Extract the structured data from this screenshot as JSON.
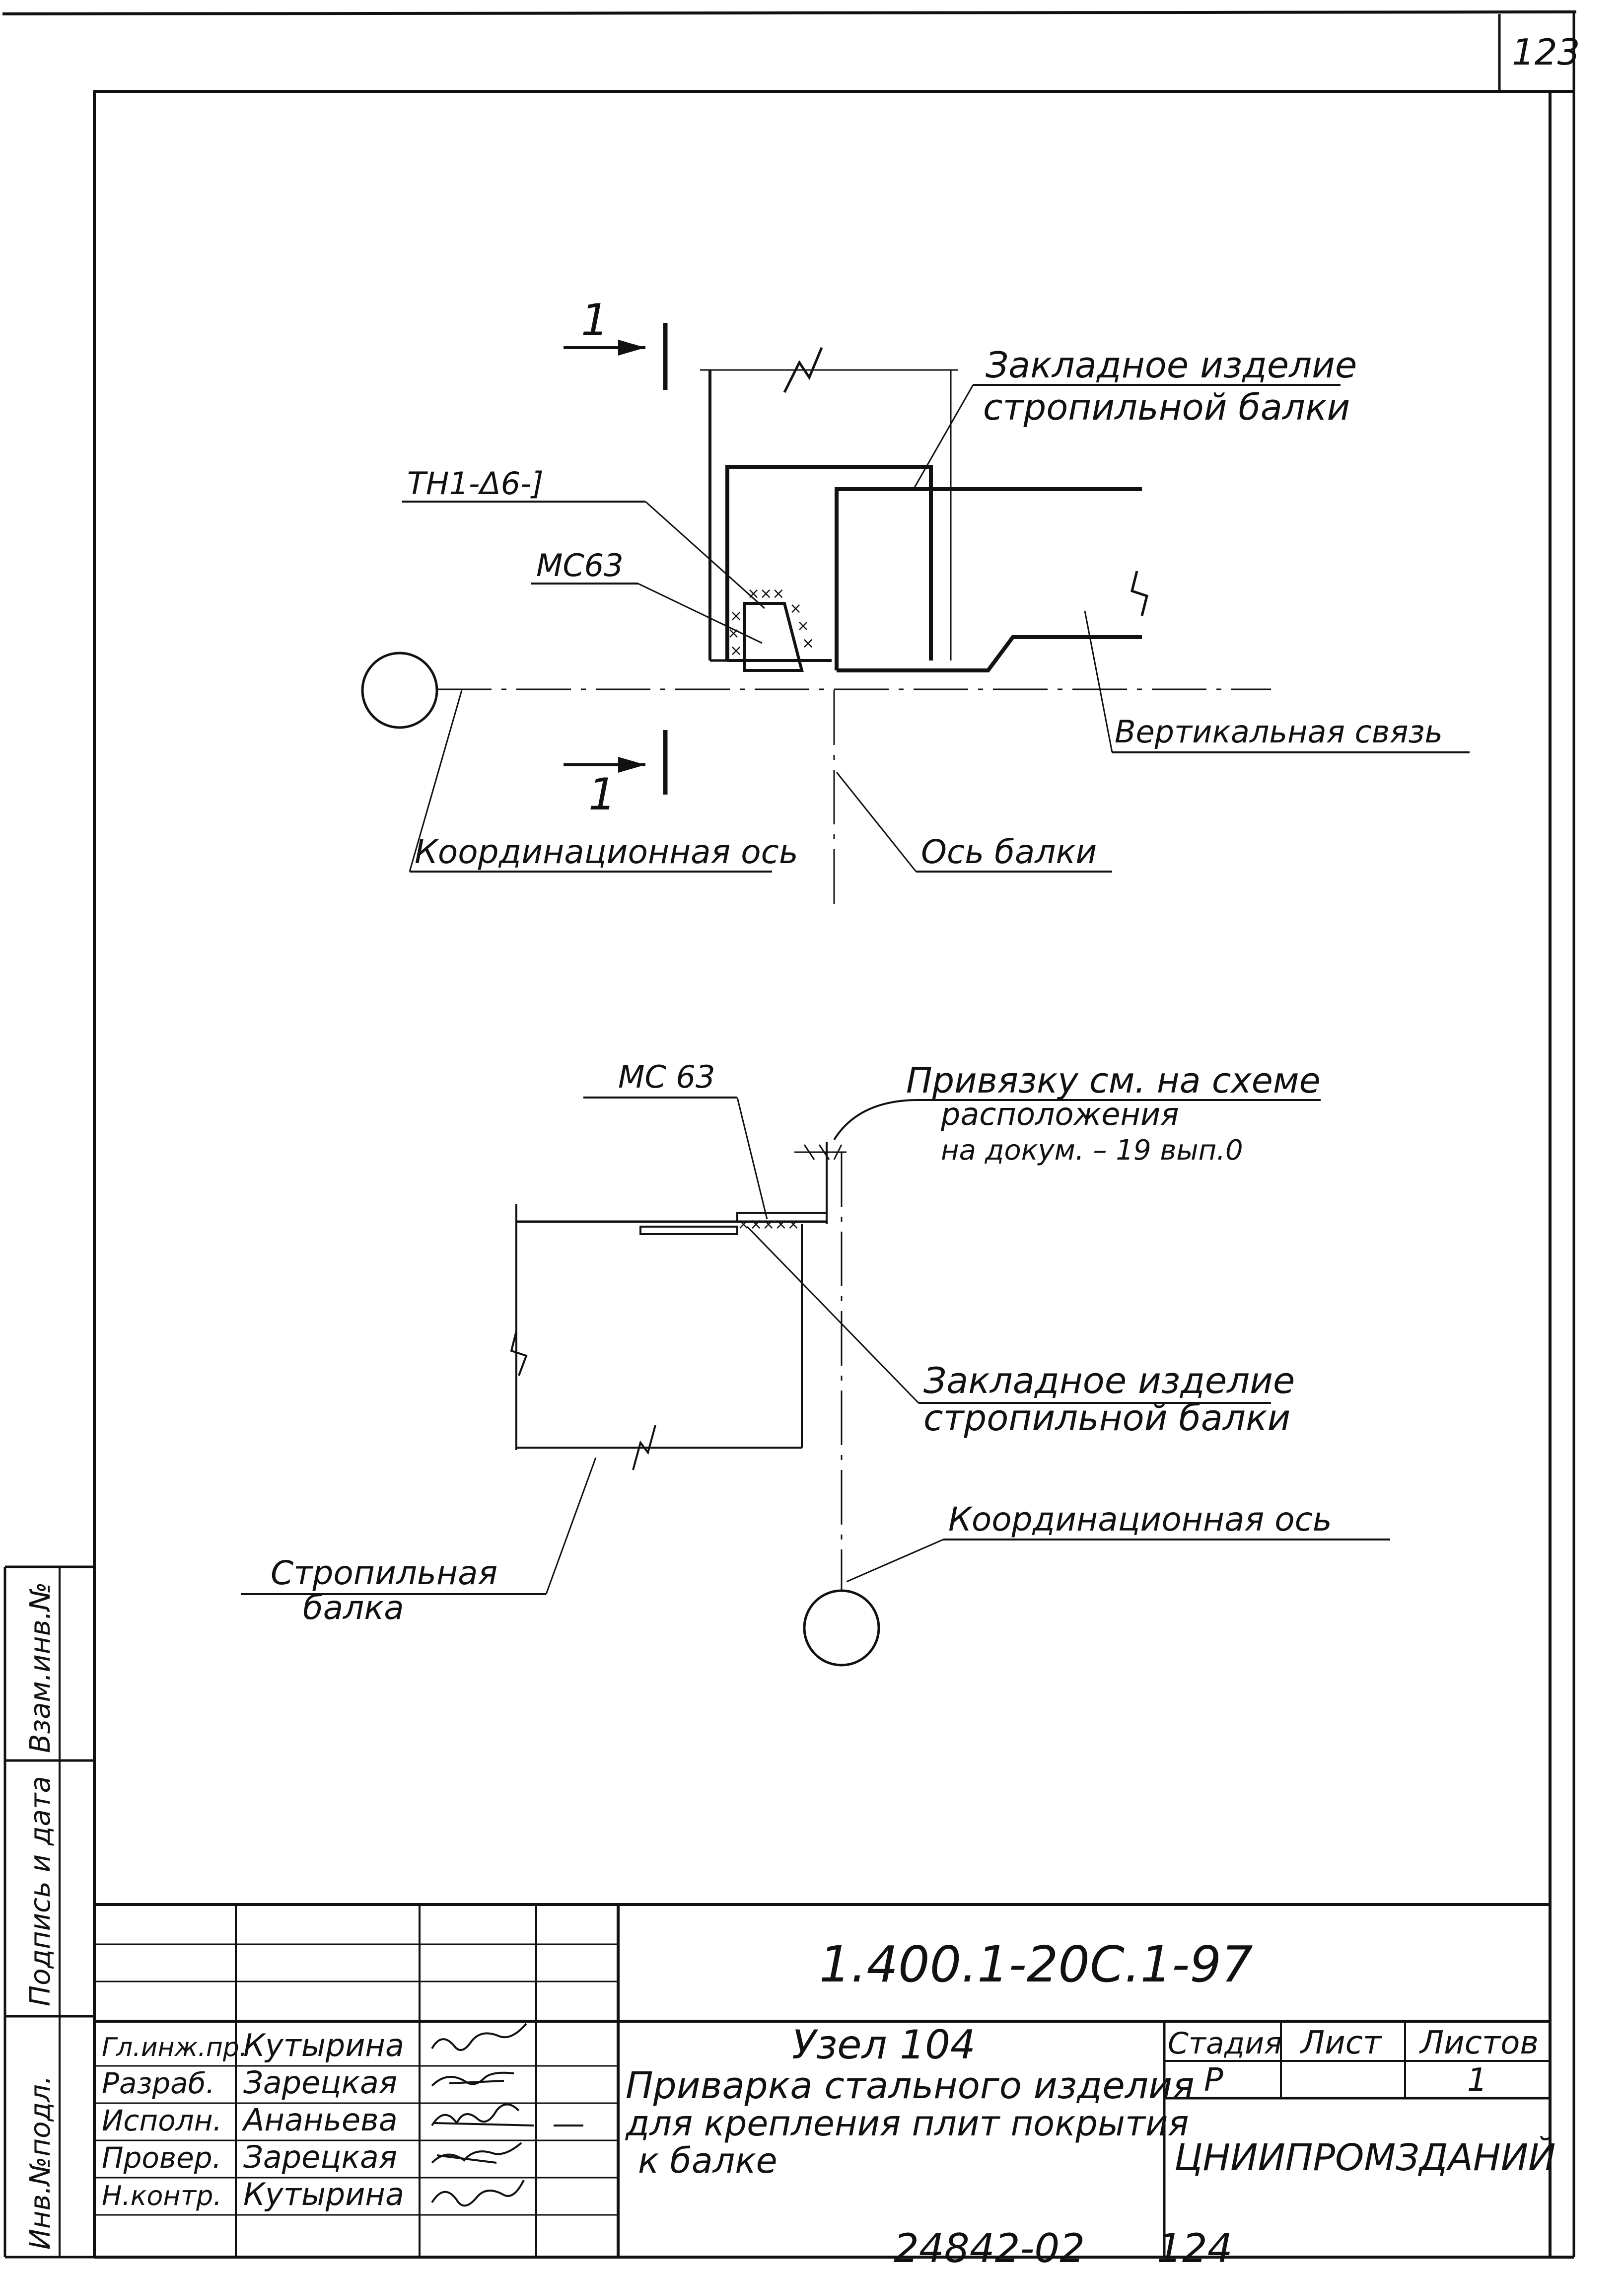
{
  "page_number": "123",
  "view1": {
    "section_mark": "1",
    "weld_mark": "ТН1-Δ6-]",
    "electrode": "МС63",
    "embed_line1": "Закладное изделие",
    "embed_line2": "стропильной балки",
    "vertical_brace": "Вертикальная связь",
    "coord_axis": "Координационная ось",
    "beam_axis": "Ось балки"
  },
  "view2": {
    "electrode": "МС 63",
    "ref_line1": "Привязку см. на схеме",
    "ref_line2": "расположения",
    "ref_line3": "на докум. – 19 вып.0",
    "embed_line1": "Закладное изделие",
    "embed_line2": "стропильной балки",
    "coord_axis": "Координационная ось",
    "girder_line1": "Стропильная",
    "girder_line2": "балка"
  },
  "side_stamp": {
    "inv_orig": "Инв.№подл.",
    "sign_date": "Подпись и дата",
    "replace_inv": "Взам.инв.№"
  },
  "title_block": {
    "doc_code": "1.400.1-20С.1-97",
    "roles": [
      "Гл.инж.пр.",
      "Разраб.",
      "Исполн.",
      "Провер.",
      "Н.контр."
    ],
    "names": [
      "Кутырина",
      "Зарецкая",
      "Ананьева",
      "Зарецкая",
      "Кутырина"
    ],
    "title_line1": "Узел 104",
    "title_line2": "Приварка стального изделия",
    "title_line3": "для крепления плит покрытия",
    "title_line4": "к балке",
    "stage_header": "Стадия",
    "sheet_header": "Лист",
    "sheets_header": "Листов",
    "stage_value": "Р",
    "sheets_value": "1",
    "organization": "ЦНИИПРОМЗДАНИЙ"
  },
  "footer_code": "24842-02",
  "footer_page": "124"
}
